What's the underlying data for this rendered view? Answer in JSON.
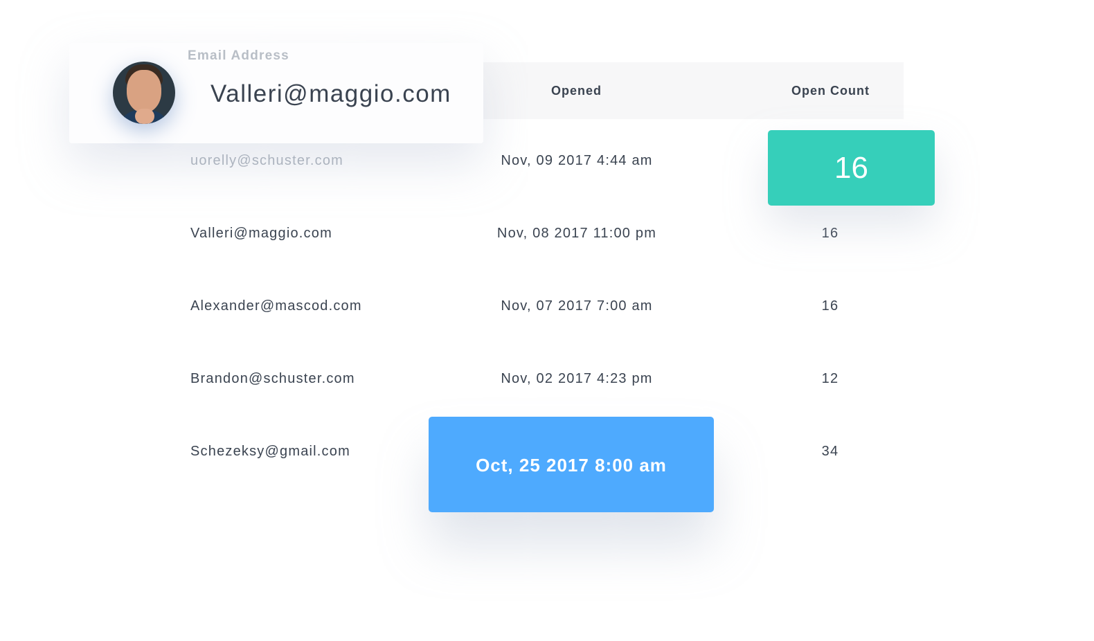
{
  "table": {
    "columns": [
      "Email Address",
      "Opened",
      "Open Count"
    ],
    "rows": [
      {
        "email": "uorelly@schuster.com",
        "opened": "Nov, 09 2017 4:44 am",
        "count": "16"
      },
      {
        "email": "Valleri@maggio.com",
        "opened": "Nov, 08 2017 11:00 pm",
        "count": "16"
      },
      {
        "email": "Alexander@mascod.com",
        "opened": "Nov, 07 2017 7:00 am",
        "count": "16"
      },
      {
        "email": "Brandon@schuster.com",
        "opened": "Nov, 02 2017 4:23 pm",
        "count": "12"
      },
      {
        "email": "Schezeksy@gmail.com",
        "opened": "Oct, 25 2017 8:00 am",
        "count": "34"
      }
    ]
  },
  "contact_card": {
    "email": "Valleri@maggio.com"
  },
  "highlight_count": {
    "value": "16",
    "color": "#36cfba"
  },
  "highlight_date": {
    "value": "Oct, 25 2017 8:00 am",
    "color": "#4eaafe"
  }
}
